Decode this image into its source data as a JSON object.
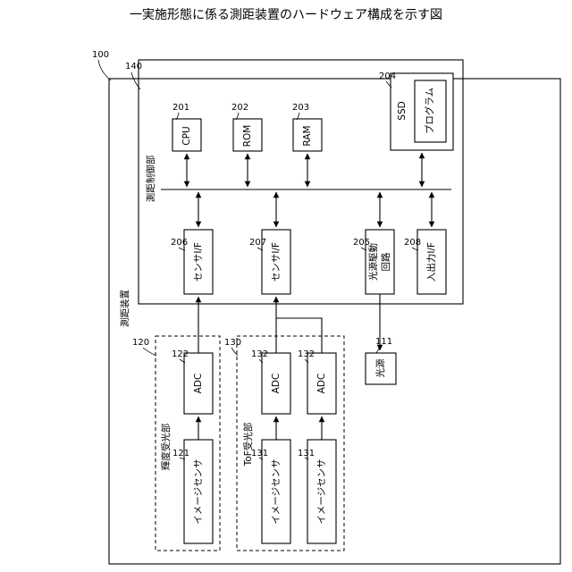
{
  "title": "一実施形態に係る測距装置のハードウェア構成を示す図",
  "device": {
    "ref": "100",
    "label": "測距装置"
  },
  "controller": {
    "ref": "140",
    "label": "測距制御部"
  },
  "cpu": {
    "ref": "201",
    "label": "CPU"
  },
  "rom": {
    "ref": "202",
    "label": "ROM"
  },
  "ram": {
    "ref": "203",
    "label": "RAM"
  },
  "ssd": {
    "ref": "204",
    "label": "SSD",
    "program": "プログラム"
  },
  "drive_circuit": {
    "ref": "205",
    "line1": "光源駆動",
    "line2": "回路"
  },
  "sensor_if_1": {
    "ref": "206",
    "label": "センサI/F"
  },
  "sensor_if_2": {
    "ref": "207",
    "label": "センサI/F"
  },
  "io_if": {
    "ref": "208",
    "label": "入出力I/F"
  },
  "light_source": {
    "ref": "111",
    "label": "光源"
  },
  "luminance_receiver": {
    "ref": "120",
    "label": "輝度受光部",
    "adc": {
      "ref": "122",
      "label": "ADC"
    },
    "sensor": {
      "ref": "121",
      "label": "イメージセンサ"
    }
  },
  "tof_receiver": {
    "ref": "130",
    "label": "ToF受光部",
    "adc_a": {
      "ref": "132",
      "label": "ADC"
    },
    "adc_b": {
      "ref": "132",
      "label": "ADC"
    },
    "sensor_a": {
      "ref": "131",
      "label": "イメージセンサ"
    },
    "sensor_b": {
      "ref": "131",
      "label": "イメージセンサ"
    }
  }
}
